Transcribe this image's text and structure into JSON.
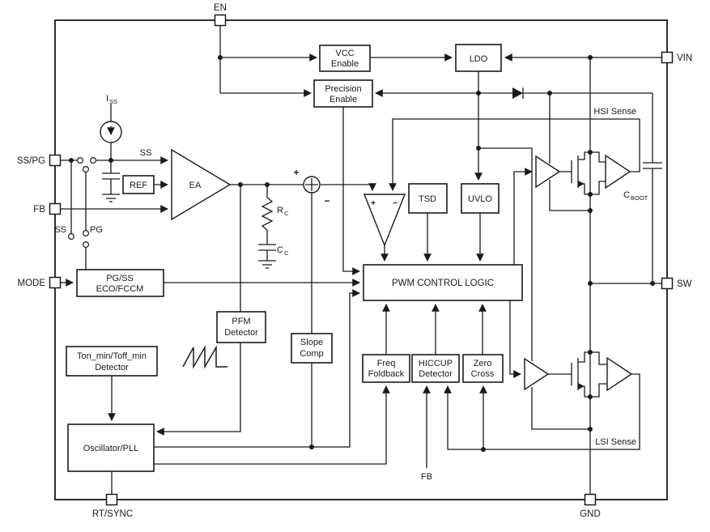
{
  "pins": {
    "en": "EN",
    "vin": "VIN",
    "sspg": "SS/PG",
    "fb": "FB",
    "mode": "MODE",
    "sw": "SW",
    "rtsync": "RT/SYNC",
    "gnd": "GND"
  },
  "blocks": {
    "vcc1": "VCC",
    "vcc2": "Enable",
    "pe1": "Precision",
    "pe2": "Enable",
    "ldo": "LDO",
    "ref": "REF",
    "ea": "EA",
    "tsd": "TSD",
    "uvlo": "UVLO",
    "pwm": "PWM CONTROL LOGIC",
    "pgss1": "PG/SS",
    "pgss2": "ECO/FCCM",
    "pfm1": "PFM",
    "pfm2": "Detector",
    "slope1": "Slope",
    "slope2": "Comp",
    "ton1": "Ton_min/Toff_min",
    "ton2": "Detector",
    "osc": "Oscillator/PLL",
    "freq1": "Freq",
    "freq2": "Foldback",
    "hic1": "HICCUP",
    "hic2": "Detector",
    "zero1": "Zero",
    "zero2": "Cross"
  },
  "labels": {
    "iss_m": "I",
    "iss_s": "SS",
    "ss_wire": "SS",
    "sw_ss": "SS",
    "sw_pg": "PG",
    "rc_m": "R",
    "rc_s": "C",
    "cc_m": "C",
    "cc_s": "C",
    "cboot_m": "C",
    "cboot_s": "BOOT",
    "hsi": "HSI Sense",
    "lsi": "LSI Sense",
    "fb_bot": "FB",
    "sum_p": "+",
    "sum_m": "−",
    "cmp_p": "+",
    "cmp_m": "−"
  },
  "colors": {
    "line": "#1a1a1a",
    "background": "#ffffff"
  }
}
